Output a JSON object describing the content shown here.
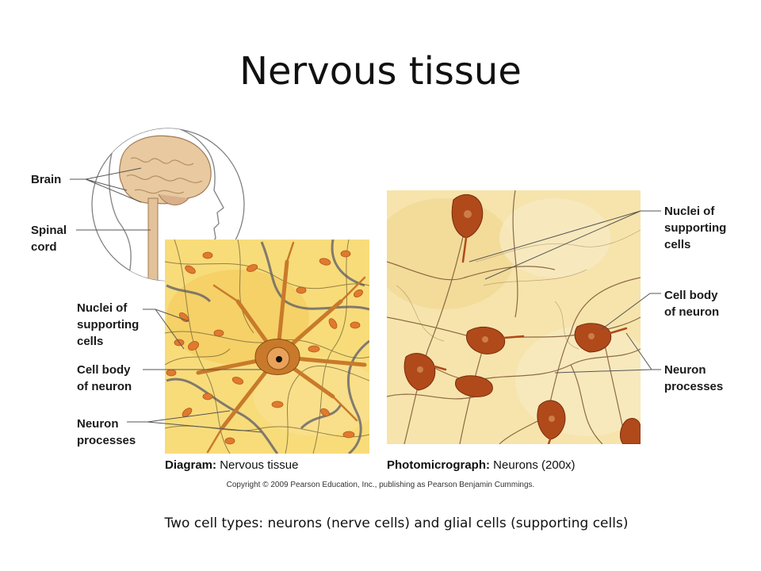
{
  "title": "Nervous tissue",
  "labels": {
    "brain": "Brain",
    "spinal_cord": [
      "Spinal",
      "cord"
    ],
    "diagram_nuclei": [
      "Nuclei of",
      "supporting",
      "cells"
    ],
    "diagram_cell_body": [
      "Cell body",
      "of neuron"
    ],
    "diagram_processes": [
      "Neuron",
      "processes"
    ],
    "photo_nuclei": [
      "Nuclei of",
      "supporting",
      "cells"
    ],
    "photo_cell_body": [
      "Cell body",
      "of neuron"
    ],
    "photo_processes": [
      "Neuron",
      "processes"
    ]
  },
  "captions": {
    "diagram_bold": "Diagram:",
    "diagram_rest": "Nervous tissue",
    "photo_bold": "Photomicrograph:",
    "photo_rest": "Neurons (200x)"
  },
  "copyright": "Copyright © 2009 Pearson Education, Inc., publishing as Pearson Benjamin Cummings.",
  "footer": "Two cell types: neurons (nerve cells) and glial cells (supporting cells)",
  "colors": {
    "tissue_bg": "#f6d46a",
    "photo_bg": "#f4dfa0",
    "neuron": "#c87a2a",
    "neuron_dark": "#8a3a10",
    "nuclei": "#e07a2e",
    "brain": "#e8c9a0"
  }
}
